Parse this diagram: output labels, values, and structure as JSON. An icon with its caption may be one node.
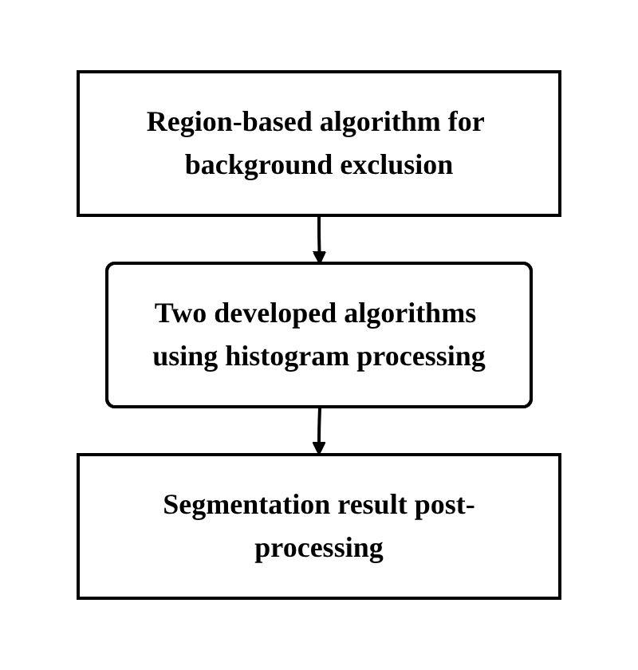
{
  "diagram": {
    "nodes": [
      {
        "text": [
          "Region-based algorithm for background exclusion"
        ]
      },
      {
        "text": [
          "Two developed algorithms using histogram processing"
        ]
      },
      {
        "text": [
          "Segmentation result post-processing"
        ]
      }
    ],
    "edges": [
      {
        "from": 0,
        "to": 1,
        "arrow": "to"
      },
      {
        "from": 1,
        "to": 2,
        "arrow": "to"
      }
    ]
  }
}
